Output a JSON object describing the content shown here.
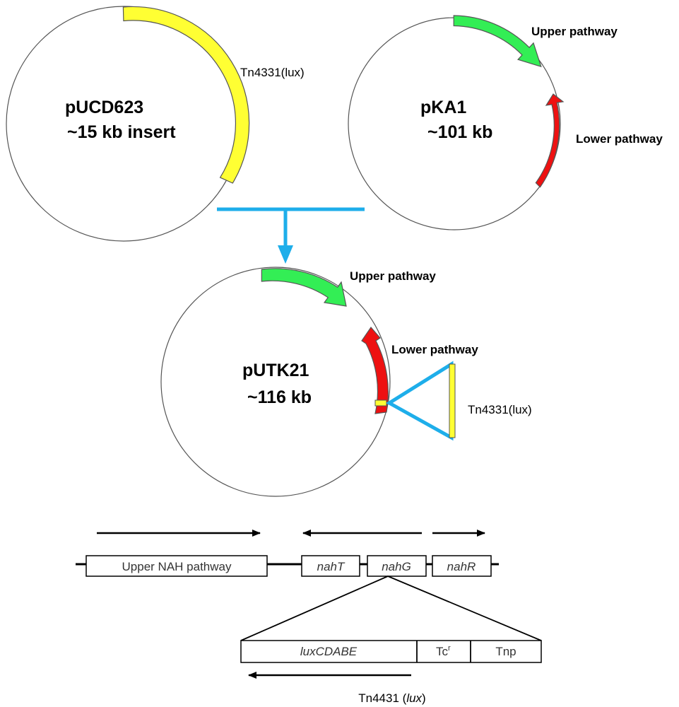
{
  "plasmids": {
    "pucd623": {
      "name": "pUCD623",
      "size": "~15 kb insert",
      "insert_label": "Tn4331(lux)"
    },
    "pka1": {
      "name": "pKA1",
      "size": "~101 kb",
      "upper_label": "Upper pathway",
      "lower_label": "Lower pathway"
    },
    "putk21": {
      "name": "pUTK21",
      "size": "~116 kb",
      "upper_label": "Upper pathway",
      "lower_label": "Lower pathway",
      "insert_label": "Tn4331(lux)"
    }
  },
  "operon": {
    "upper_box": "Upper NAH pathway",
    "nahT": "nahT",
    "nahG": "nahG",
    "nahR": "nahR"
  },
  "transposon": {
    "lux_box": "luxCDABE",
    "tc_box": "Tc",
    "tc_sup": "r",
    "tnp_box": "Tnp",
    "caption_prefix": "Tn4431 (",
    "caption_italic": "lux",
    "caption_suffix": ")"
  },
  "colors": {
    "yellow": "#ffff33",
    "green": "#33ee55",
    "red": "#ee1111",
    "blue": "#1eaeea"
  }
}
